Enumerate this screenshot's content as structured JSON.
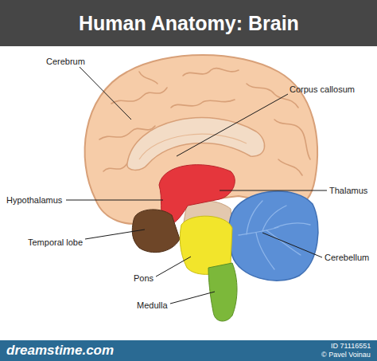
{
  "diagram": {
    "title": "Human Anatomy: Brain",
    "labels": [
      "Cerebrum",
      "Corpus callosum",
      "Hypothalamus",
      "Thalamus",
      "Temporal lobe",
      "Pons",
      "Cerebellum",
      "Medulla",
      "dreamstime.com",
      "ID 71116551",
      "© Pavel Voinau"
    ]
  }
}
